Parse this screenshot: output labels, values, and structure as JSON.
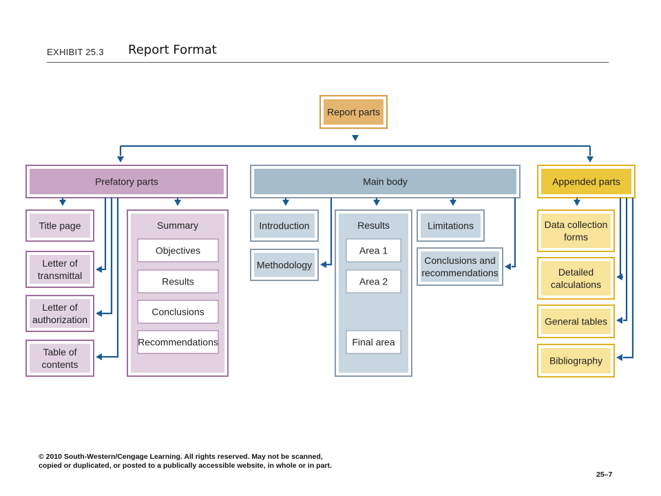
{
  "header": {
    "exhibit": "EXHIBIT 25.3",
    "title": "Report Format"
  },
  "root": "Report parts",
  "sections": {
    "prefatory": {
      "label": "Prefatory parts",
      "items": [
        "Title page",
        "Letter of\ntransmittal",
        "Letter of\nauthorization",
        "Table of\ncontents"
      ],
      "summary": {
        "label": "Summary",
        "items": [
          "Objectives",
          "Results",
          "Conclusions",
          "Recommendations"
        ]
      }
    },
    "main": {
      "label": "Main body",
      "items": [
        "Introduction",
        "Methodology"
      ],
      "results": {
        "label": "Results",
        "items": [
          "Area 1",
          "Area 2",
          "Final area"
        ]
      },
      "right_items": [
        "Limitations",
        "Conclusions and\nrecommendations"
      ]
    },
    "appended": {
      "label": "Appended parts",
      "items": [
        "Data collection\nforms",
        "Detailed\ncalculations",
        "General tables",
        "Bibliography"
      ]
    }
  },
  "colors": {
    "prefatory_border": "#9c6f9c",
    "prefatory_fill": "#c9a6c6",
    "prefatory_light": "#e2d2e1",
    "main_border": "#8a9aa9",
    "main_fill": "#a6bccb",
    "main_light": "#c7d6e0",
    "appended_border": "#e0b020",
    "appended_fill": "#ecc73c",
    "appended_light": "#f8e49a",
    "root_border": "#d39a40",
    "root_fill": "#e3b56f",
    "arrow": "#1d5b8f"
  },
  "footer": {
    "copyright": "© 2010 South-Western/Cengage Learning. All rights reserved. May not be scanned, copied or duplicated, or posted to a publically accessible website, in whole or in part.",
    "page": "25–7"
  }
}
